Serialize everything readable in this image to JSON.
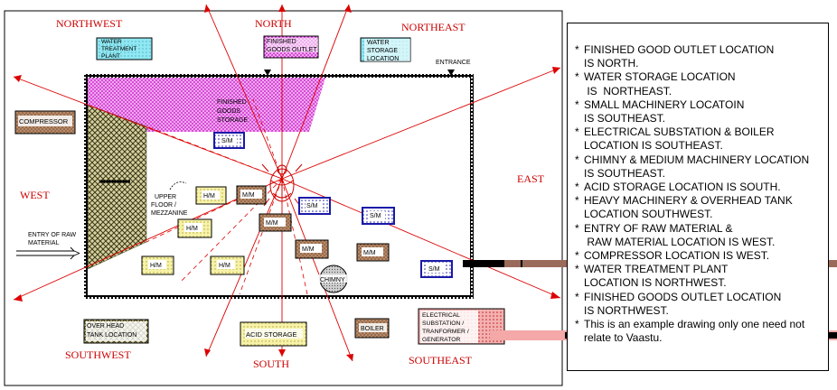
{
  "directions": {
    "northwest": "NORTHWEST",
    "north": "NORTH",
    "northeast": "NORTHEAST",
    "west": "WEST",
    "east": "EAST",
    "southwest": "SOUTHWEST",
    "south": "SOUTH",
    "southeast": "SOUTHEAST"
  },
  "labels": {
    "water_treatment": [
      "WATER",
      "TREATMENT",
      "PLANT"
    ],
    "finished_goods_outlet": [
      "FINISHED",
      "GOODS OUTLET"
    ],
    "water_storage": [
      "WATER",
      "STORAGE",
      "LOCATION"
    ],
    "entrance": "ENTRANCE",
    "compressor": "COMPRESSOR",
    "finished_goods_storage": [
      "FINISHED",
      "GOODS",
      "STORAGE"
    ],
    "sm": "S/M",
    "hm": "H/M",
    "mm": "M/M",
    "upper_floor": [
      "UPPER",
      "FLOOR /",
      "MEZZANINE"
    ],
    "entry_raw": [
      "ENTRY OF RAW",
      "MATERIAL"
    ],
    "chimney": "CHIMNY",
    "overhead_tank": [
      "OVER HEAD",
      "TANK LOCATION"
    ],
    "acid_storage": "ACID STORAGE",
    "boiler": "BOILER",
    "electrical": [
      "ELECTRICAL",
      "SUBSTATION /",
      "TRANFORMER /",
      "GENERATOR"
    ]
  },
  "notes": [
    "FINISHED GOOD OUTLET LOCATION\nIS NORTH.",
    "WATER STORAGE LOCATION\n IS  NORTHEAST.",
    "SMALL MACHINERY LOCATOIN\nIS SOUTHEAST.",
    "ELECTRICAL SUBSTATION & BOILER\nLOCATION IS SOUTHEAST.",
    "CHIMNY & MEDIUM MACHINERY LOCATION\nIS SOUTHEAST.",
    "ACID STORAGE LOCATION IS SOUTH.",
    "HEAVY MACHINERY & OVERHEAD TANK\nLOCATION SOUTHWEST.",
    "ENTRY OF RAW MATERIAL &\n RAW MATERIAL LOCATION IS WEST.",
    "COMPRESSOR LOCATION IS WEST.",
    "WATER TREATMENT PLANT\nLOCATION IS NORTHWEST.",
    "FINISHED GOODS OUTLET LOCATION\nIS NORTHWEST.",
    "This is an example drawing only one need not\nrelate to Vaastu."
  ],
  "colors": {
    "direction_text": "#cc0000",
    "ray": "#dd0000",
    "wall": "#000000",
    "water_fill": "#8fe8f2",
    "storage_fill": "#f080f0",
    "sm_border": "#1a1aa8",
    "mm_fill": "#b08060",
    "hm_fill": "#f4f0a0",
    "callout_pink": "#f4a8a8",
    "callout_brown": "#9a6a5a"
  }
}
